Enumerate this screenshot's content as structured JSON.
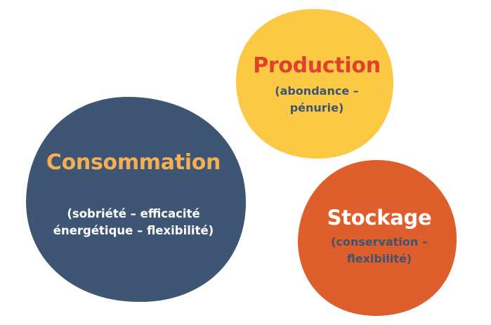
{
  "colors": {
    "consommation_fill": "#3E5673",
    "production_fill": "#FCC944",
    "stockage_fill": "#DE5E2C",
    "consommation_title": "#F4AE55",
    "production_title": "#E0402E",
    "stockage_title": "#FFFFFF",
    "subtitle_dark": "#3D5470"
  },
  "consommation": {
    "title": "Consommation",
    "subtitle_line1": "(sobriété – efficacité",
    "subtitle_line2": "énergétique – flexibilité)"
  },
  "production": {
    "title": "Production",
    "subtitle_line1": "(abondance –",
    "subtitle_line2": "pénurie)"
  },
  "stockage": {
    "title": "Stockage",
    "subtitle_line1": "(conservation –",
    "subtitle_line2": "flexibilité)"
  }
}
